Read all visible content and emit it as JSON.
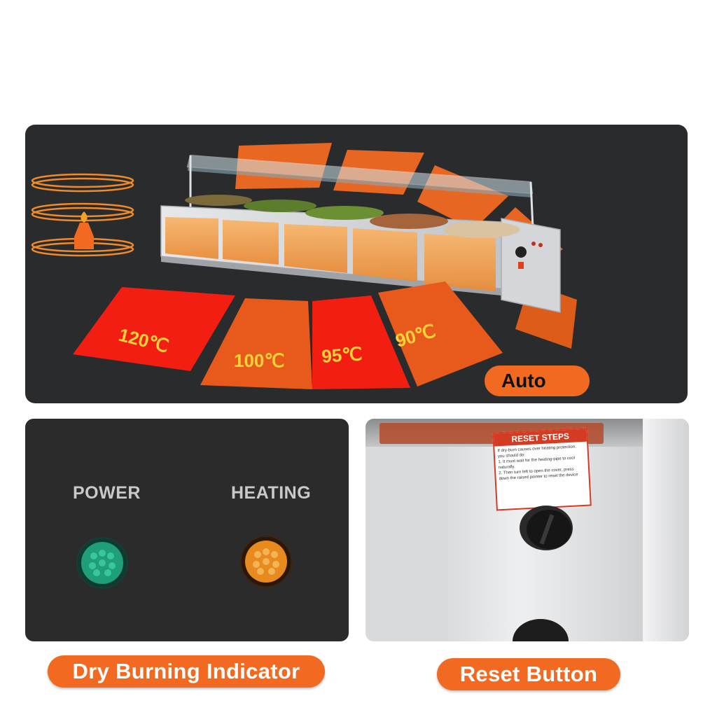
{
  "temperature_labels": [
    "120℃",
    "100℃",
    "95℃",
    "90℃"
  ],
  "auto_label": "Auto",
  "indicator_panel": {
    "power_label": "POWER",
    "heating_label": "HEATING",
    "caption": "Dry Burning Indicator"
  },
  "reset_panel": {
    "sticker_title": "RESET STEPS",
    "sticker_lines": [
      "If dry-burn causes over heating protection,",
      "you should do:",
      "1. It must wait for the heating-pipe to cool",
      "naturally.",
      "2. Then turn left to open the cover, press",
      "down the raised pointer to reset the device"
    ],
    "caption": "Reset Button"
  },
  "colors": {
    "accent_orange": "#f26a21",
    "hot_red": "#f21e12",
    "panel_dark": "#2a2b2d",
    "power_green": "#1f9e7a",
    "heating_amber": "#e88a1e"
  }
}
